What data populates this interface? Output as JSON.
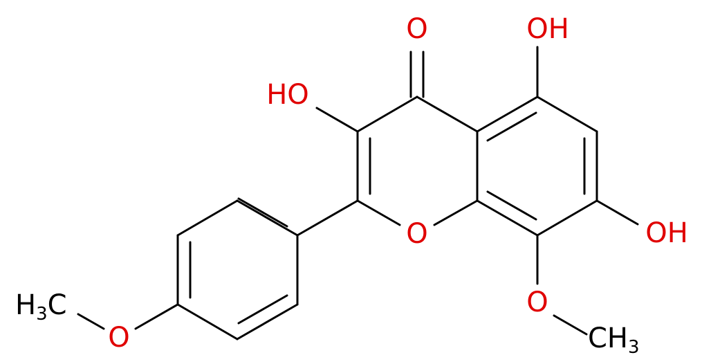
{
  "colors": {
    "bond": "#000000",
    "heteroatom_oxygen": "#e00000",
    "carbon_text": "#000000",
    "background": "#ffffff"
  },
  "labels": {
    "carbonyl_o": "O",
    "oh_3": "HO",
    "oh_5": "OH",
    "oh_7": "OH",
    "ring_o": "O",
    "ome8_o": "O",
    "ome8_c": "CH",
    "ome8_sub": "3",
    "ome4p_o": "O",
    "ome4p_c_h": "H",
    "ome4p_sub": "3",
    "ome4p_c": "C"
  }
}
